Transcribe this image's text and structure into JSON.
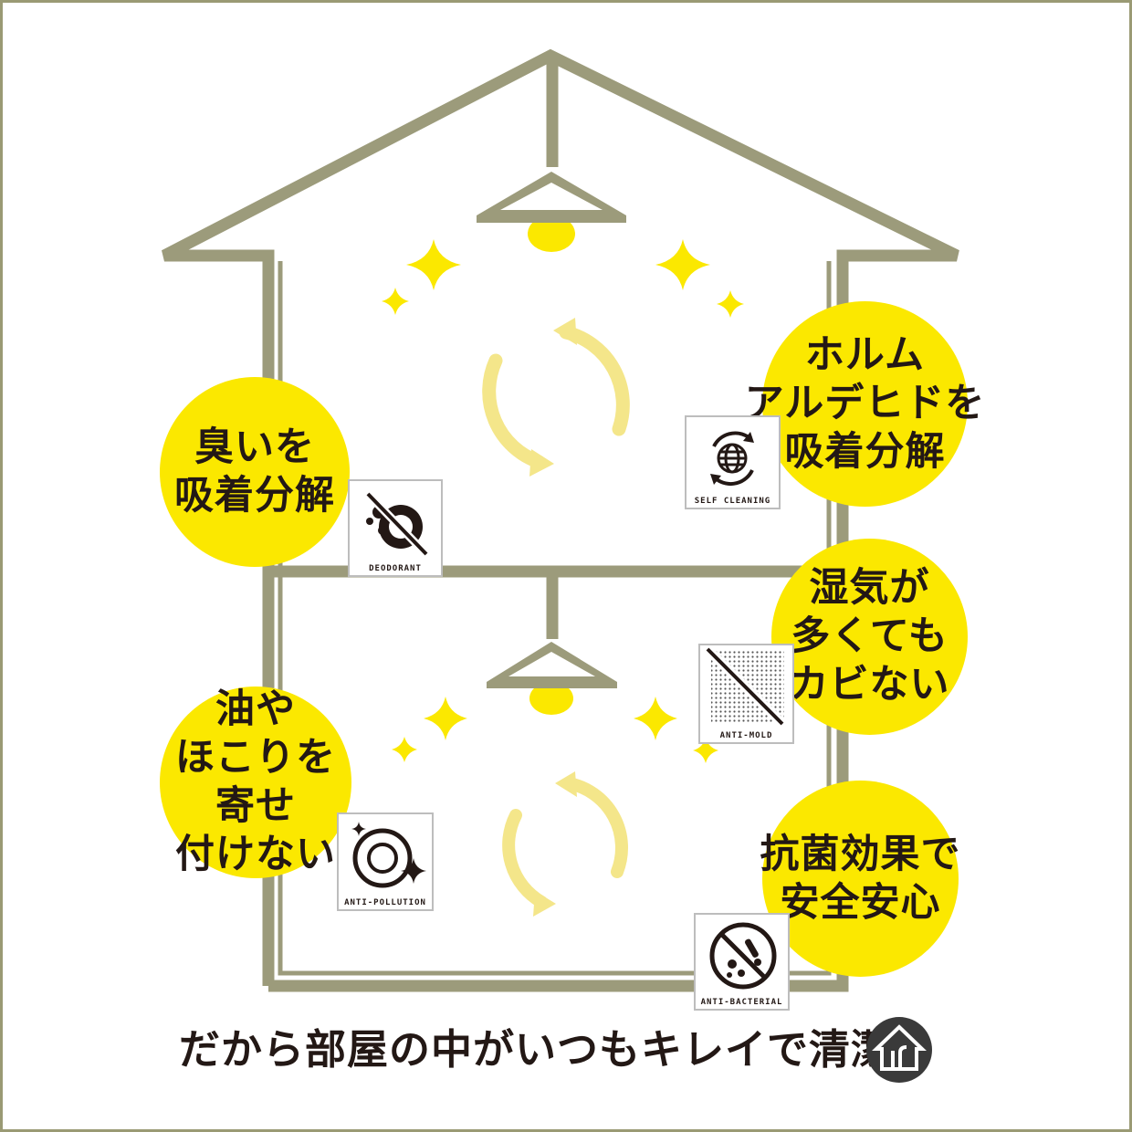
{
  "colors": {
    "frame": "#9a9a74",
    "house_line": "#9c9b7b",
    "yellow": "#fbe800",
    "arrow": "#f4e68a",
    "text": "#231815",
    "logo": "#3a3a3a"
  },
  "bubbles": {
    "odor": [
      "臭いを",
      "吸着分解"
    ],
    "formaldehyde": [
      "ホルム",
      "アルデヒドを",
      "吸着分解"
    ],
    "mold": [
      "湿気が",
      "多くても",
      "カビない"
    ],
    "pollution": [
      "油や",
      "ほこりを",
      "寄せ",
      "付けない"
    ],
    "bacteria": [
      "抗菌効果で",
      "安全安心"
    ]
  },
  "badges": {
    "deodorant": {
      "label": "DEODORANT",
      "icon": "deodorant-icon"
    },
    "self_cleaning": {
      "label": "SELF CLEANING",
      "icon": "self-cleaning-globe-icon"
    },
    "anti_mold": {
      "label": "ANTI-MOLD",
      "icon": "anti-mold-icon"
    },
    "anti_pollution": {
      "label": "ANTI-POLLUTION",
      "icon": "sparkling-plate-icon"
    },
    "anti_bacterial": {
      "label": "ANTI-BACTERIAL",
      "icon": "no-germs-icon"
    }
  },
  "caption": "だから部屋の中がいつもキレイで清潔",
  "logo_icon": "house-logo-icon"
}
